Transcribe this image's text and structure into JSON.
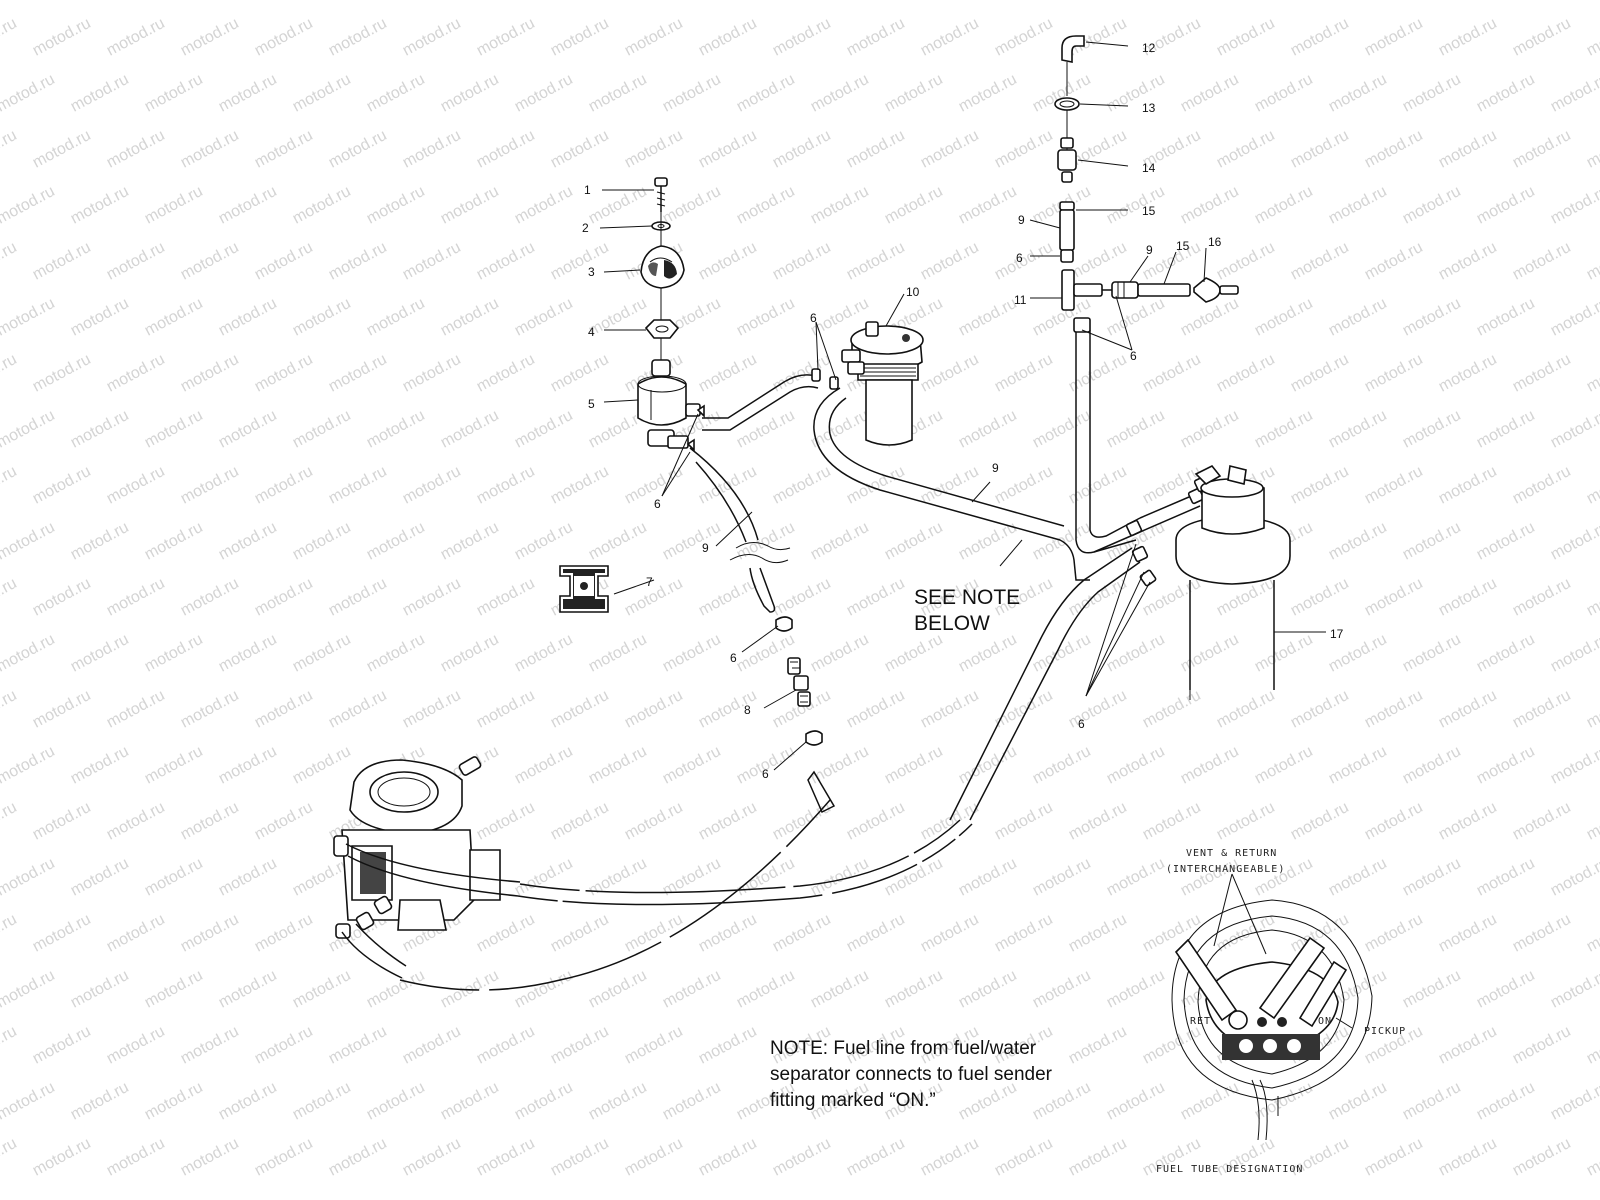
{
  "watermark": "motod.ru",
  "callouts": [
    {
      "id": "c1",
      "text": "1"
    },
    {
      "id": "c2",
      "text": "2"
    },
    {
      "id": "c3",
      "text": "3"
    },
    {
      "id": "c4",
      "text": "4"
    },
    {
      "id": "c5",
      "text": "5"
    },
    {
      "id": "c6a",
      "text": "6"
    },
    {
      "id": "c7",
      "text": "7"
    },
    {
      "id": "c9a",
      "text": "9"
    },
    {
      "id": "c6b",
      "text": "6"
    },
    {
      "id": "c8",
      "text": "8"
    },
    {
      "id": "c6c",
      "text": "6"
    },
    {
      "id": "c6d",
      "text": "6"
    },
    {
      "id": "c10",
      "text": "10"
    },
    {
      "id": "c9b",
      "text": "9"
    },
    {
      "id": "c12",
      "text": "12"
    },
    {
      "id": "c13",
      "text": "13"
    },
    {
      "id": "c14",
      "text": "14"
    },
    {
      "id": "c15a",
      "text": "15"
    },
    {
      "id": "c9c",
      "text": "9"
    },
    {
      "id": "c6e",
      "text": "6"
    },
    {
      "id": "c9d",
      "text": "9"
    },
    {
      "id": "c15b",
      "text": "15"
    },
    {
      "id": "c16",
      "text": "16"
    },
    {
      "id": "c11",
      "text": "11"
    },
    {
      "id": "c6f",
      "text": "6"
    },
    {
      "id": "c17",
      "text": "17"
    },
    {
      "id": "c6g",
      "text": "6"
    }
  ],
  "see_note": {
    "line1": "SEE NOTE",
    "line2": "BELOW"
  },
  "note": {
    "line1": "NOTE:  Fuel line from fuel/water",
    "line2": "separator connects to fuel sender",
    "line3": "fitting marked “ON.”"
  },
  "inset": {
    "vent_line1": "VENT & RETURN",
    "vent_line2": "(INTERCHANGEABLE)",
    "pickup": "PICKUP",
    "ret": "RET",
    "on": "ON",
    "designation": "FUEL TUBE DESIGNATION"
  }
}
